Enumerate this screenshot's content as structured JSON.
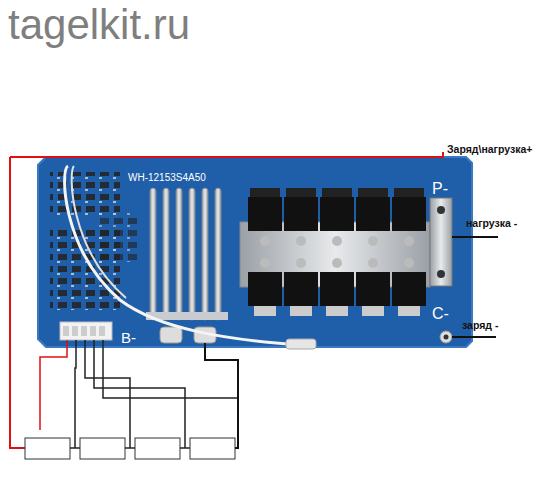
{
  "diagram": {
    "labels": [
      "tagelkit.ru",
      "WH-12153S4A50",
      "P-",
      "C-",
      "B-",
      "Заряд\\нагрузка+",
      "нагрузка -",
      "заряд -"
    ]
  }
}
